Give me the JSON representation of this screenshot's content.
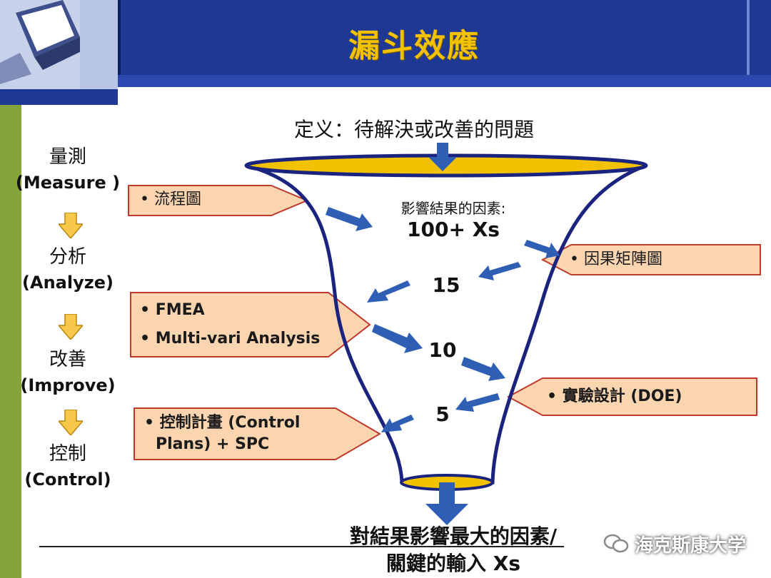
{
  "title": "漏斗效應",
  "definition": "定义：待解決或改善的問題",
  "steps": [
    {
      "zh": "量測",
      "en": "(Measure )"
    },
    {
      "zh": "分析",
      "en": "(Analyze)"
    },
    {
      "zh": "改善",
      "en": "(Improve)"
    },
    {
      "zh": "控制",
      "en": "(Control)"
    }
  ],
  "funnel": {
    "factors_label": "影響結果的因素:",
    "factors_count": "100+ Xs",
    "level_2": "15",
    "level_3": "10",
    "level_4": "5"
  },
  "callouts": {
    "flowchart": "• 流程圖",
    "cause_effect": "• 因果矩陣圖",
    "fmea": "• FMEA",
    "multivari": "• Multi-vari Analysis",
    "doe": "• 實驗設計  (DOE)",
    "control_1": "• 控制計畫 (Control",
    "control_2": "Plans) + SPC"
  },
  "bottom": {
    "line1": "對結果影響最大的因素/",
    "line2": "關鍵的輸入 Xs"
  },
  "watermark": "海克斯康大学",
  "colors": {
    "header": "#1f3894",
    "title": "#f2c200",
    "callout_fill": "#fbd4b0",
    "funnel_outline": "#1a237e",
    "funnel_rim": "#f2c200",
    "arrow": "#2f5fb4",
    "step_arrow": "#f7c84a",
    "left_band": "#84a43c"
  }
}
